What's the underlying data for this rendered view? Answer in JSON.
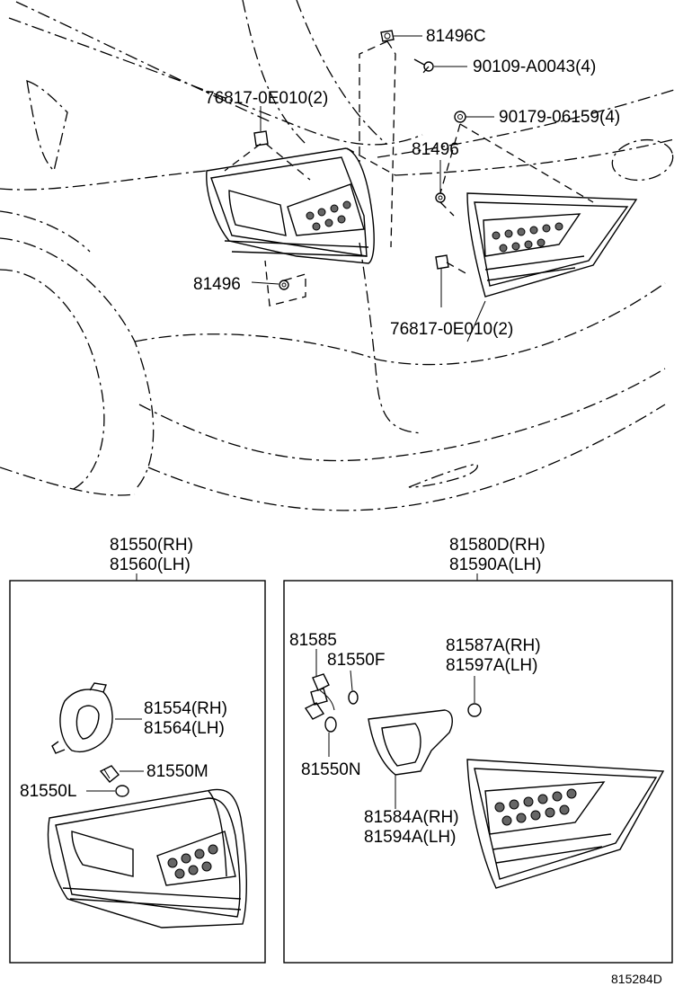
{
  "labels": {
    "c81496C": "81496C",
    "c90109": "90109-A0043(4)",
    "c76817_top": "76817-0E010(2)",
    "c90179": "90179-06159(4)",
    "c81496_right": "81496",
    "c81496_left": "81496",
    "c76817_bottom": "76817-0E010(2)",
    "assy_left_rh": "81550(RH)",
    "assy_left_lh": "81560(LH)",
    "assy_right_rh": "81580D(RH)",
    "assy_right_lh": "81590A(LH)",
    "c81554": "81554(RH)",
    "c81564": "81564(LH)",
    "c81550M": "81550M",
    "c81550L": "81550L",
    "c81585": "81585",
    "c81550F": "81550F",
    "c81550N": "81550N",
    "c81587A": "81587A(RH)",
    "c81597A": "81597A(LH)",
    "c81584A": "81584A(RH)",
    "c81594A": "81594A(LH)",
    "diagram_id": "815284D"
  }
}
